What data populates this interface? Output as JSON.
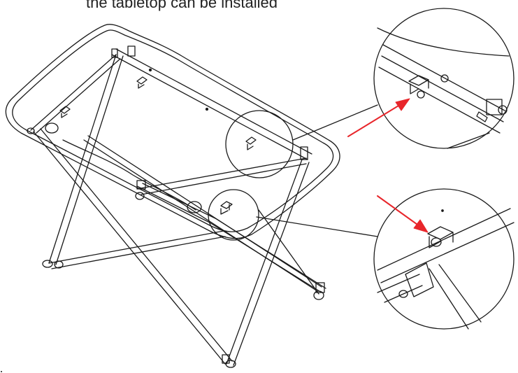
{
  "caption": "the tabletop can be installed",
  "colors": {
    "line": "#1a1a1a",
    "arrow": "#e8262b",
    "background": "#ffffff"
  },
  "parts": [
    "tabletop",
    "x-frame",
    "crossbar",
    "mounting-bracket"
  ],
  "callouts": [
    {
      "name": "upper-detail",
      "subject": "bracket on crossbar corner"
    },
    {
      "name": "lower-detail",
      "subject": "bracket on center crossbar joint"
    }
  ]
}
